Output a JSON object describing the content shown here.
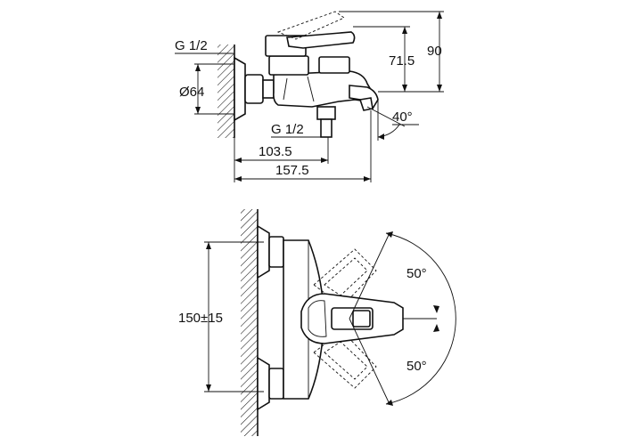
{
  "side_view": {
    "thread_top": "G 1/2",
    "diameter": "Ø64",
    "thread_bottom": "G 1/2",
    "height_lever": "71.5",
    "height_total": "90",
    "spout_angle": "40°",
    "depth_short": "103.5",
    "depth_total": "157.5"
  },
  "front_view": {
    "center_distance": "150±15",
    "angle_up": "50°",
    "angle_down": "50°"
  },
  "colors": {
    "line": "#111111",
    "hatch": "#111111",
    "background": "#ffffff"
  }
}
